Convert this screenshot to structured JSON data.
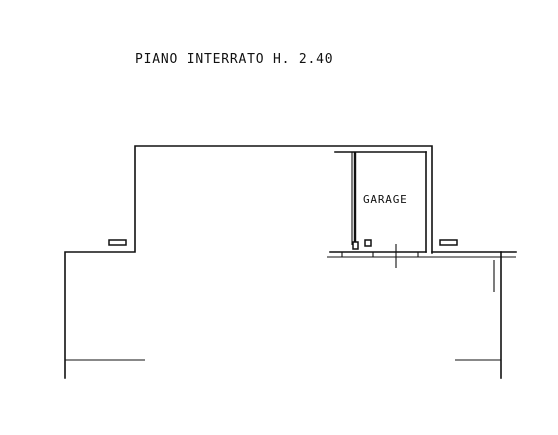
{
  "drawing": {
    "floor_label": "PIANO INTERRATO  H. 2.40",
    "rooms": [
      {
        "id": "garage",
        "label": "GARAGE"
      }
    ]
  }
}
